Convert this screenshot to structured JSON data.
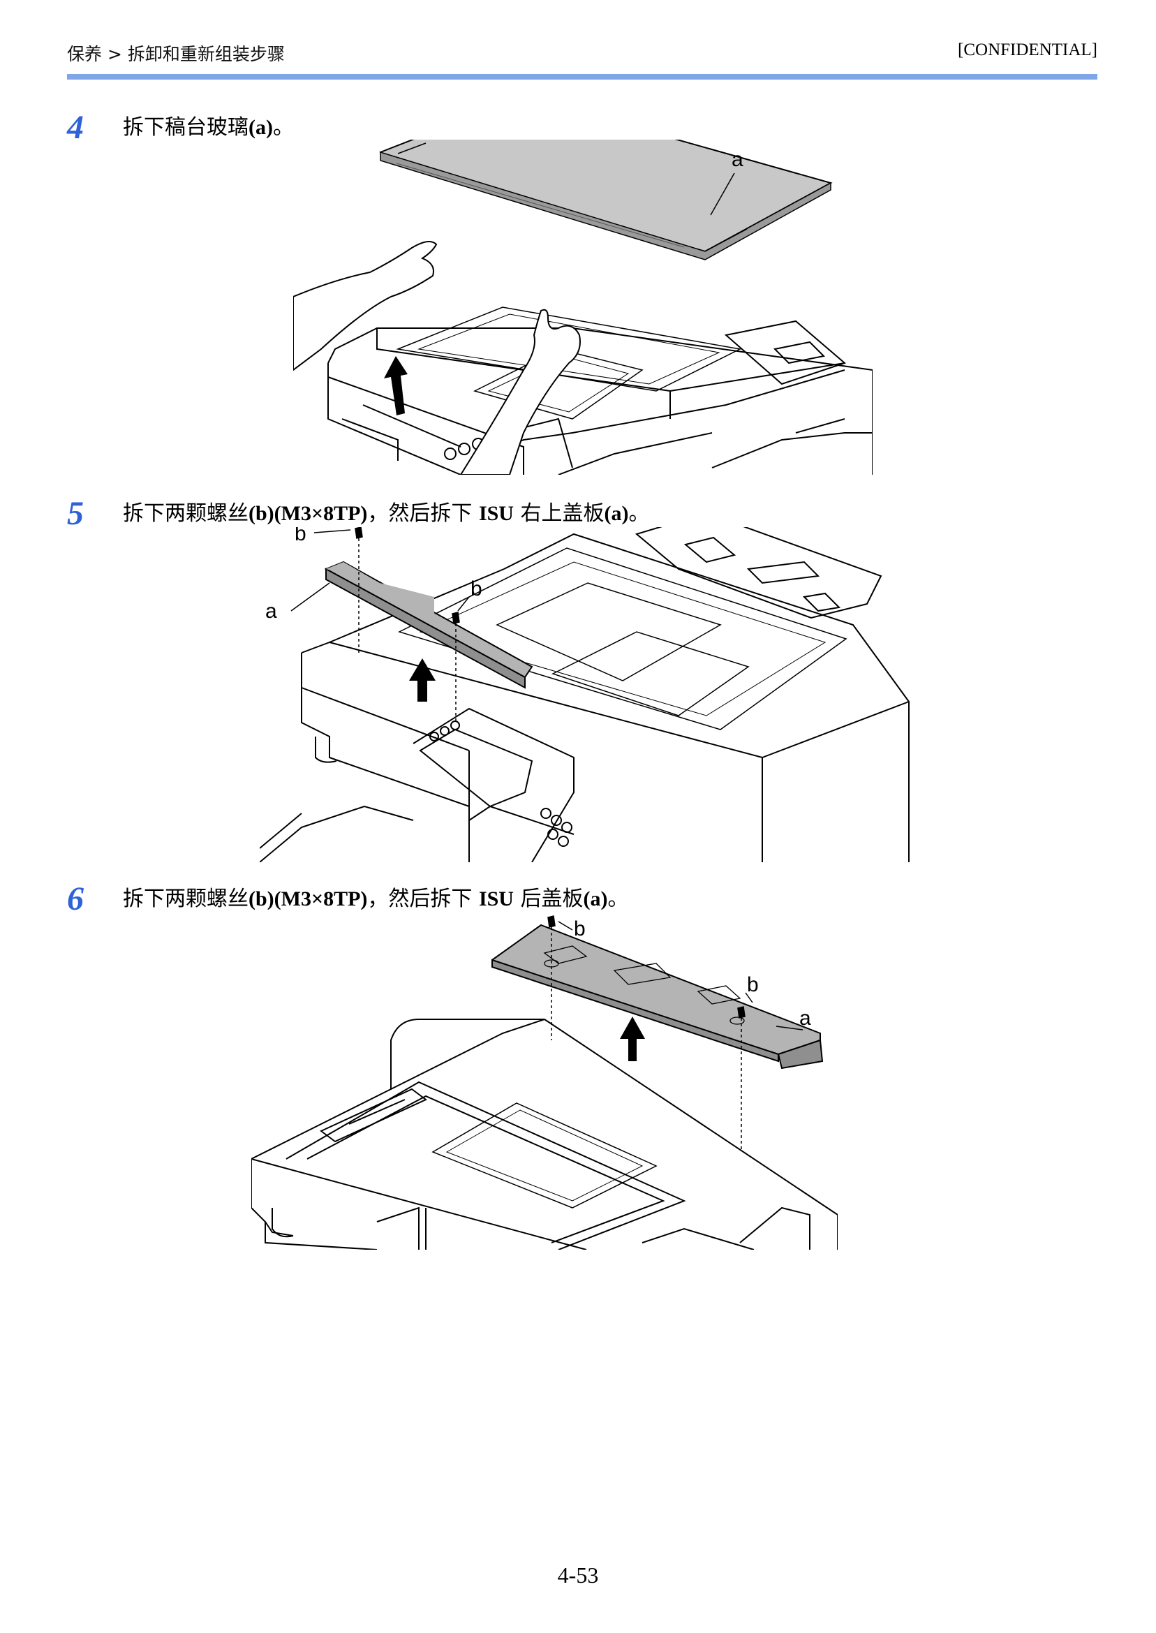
{
  "header": {
    "breadcrumb": "保养 > 拆卸和重新组装步骤",
    "confidential": "[CONFIDENTIAL]"
  },
  "steps": [
    {
      "number": "4",
      "text_pre": "拆下稿台玻璃",
      "bold": "(a)",
      "text_post": "。",
      "labels": [
        "a"
      ]
    },
    {
      "number": "5",
      "text_pre": "拆下两颗螺丝",
      "bold": "(b)(M3×8TP)",
      "text_mid": "，然后拆下 ",
      "bold2": "ISU",
      "text_mid2": " 右上盖板",
      "bold3": "(a)",
      "text_post": "。",
      "labels": [
        "b",
        "b",
        "a"
      ]
    },
    {
      "number": "6",
      "text_pre": "拆下两颗螺丝",
      "bold": "(b)(M3×8TP)",
      "text_mid": "，然后拆下 ",
      "bold2": "ISU",
      "text_mid2": " 后盖板",
      "bold3": "(a)",
      "text_post": "。",
      "labels": [
        "b",
        "b",
        "a"
      ]
    }
  ],
  "footer": {
    "page_number": "4-53"
  }
}
